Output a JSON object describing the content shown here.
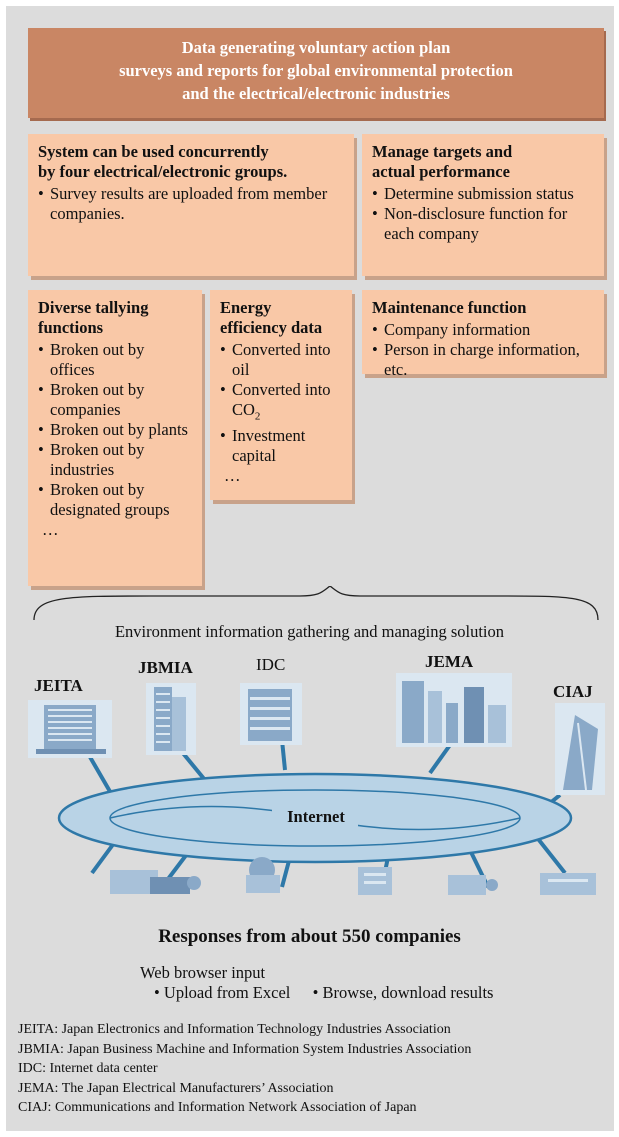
{
  "header": {
    "line1": "Data generating voluntary action plan",
    "line2": "surveys and reports for global environmental protection",
    "line3": "and the electrical/electronic industries"
  },
  "boxes": {
    "concurrent": {
      "title1": "System can be used concurrently",
      "title2": "by four electrical/electronic groups.",
      "items": [
        "Survey results are uploaded from member companies."
      ]
    },
    "targets": {
      "title1": "Manage targets and",
      "title2": "actual performance",
      "items": [
        "Determine submission status",
        "Non-disclosure function for each company"
      ]
    },
    "tallying": {
      "title1": "Diverse tallying",
      "title2": "functions",
      "items": [
        "Broken out by offices",
        "Broken out by companies",
        "Broken out by plants",
        "Broken out by industries",
        "Broken out by designated groups"
      ],
      "ellipsis": "…"
    },
    "energy": {
      "title1": "Energy",
      "title2": "efficiency data",
      "items": [
        "Converted into oil",
        "Converted into CO",
        "Investment capital"
      ],
      "co2_sub": "2",
      "ellipsis": "…"
    },
    "maintenance": {
      "title": "Maintenance function",
      "items": [
        "Company information",
        "Person in charge information, etc."
      ]
    }
  },
  "solution_label": "Environment information gathering and managing solution",
  "network": {
    "center": "Internet",
    "nodes": [
      "JEITA",
      "JBMIA",
      "IDC",
      "JEMA",
      "CIAJ"
    ]
  },
  "responses": "Responses from about 550 companies",
  "input": {
    "title": "Web browser input",
    "opt1": "Upload from Excel",
    "opt2": "Browse, download results"
  },
  "legend": [
    "JEITA: Japan Electronics and Information Technology Industries Association",
    "JBMIA: Japan Business Machine and Information System Industries Association",
    "IDC: Internet data center",
    "JEMA: The Japan Electrical Manufacturers’ Association",
    "CIAJ: Communications and Information Network Association of Japan"
  ]
}
